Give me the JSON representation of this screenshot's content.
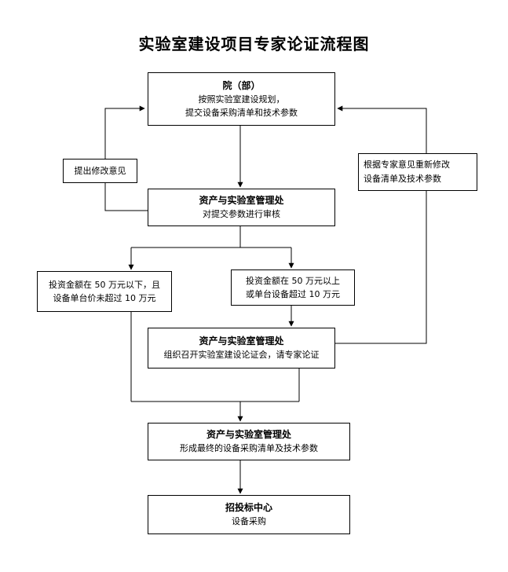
{
  "title": "实验室建设项目专家论证流程图",
  "nodes": {
    "dept": {
      "head": "院（部）",
      "lines": [
        "按照实验室建设规划，",
        "提交设备采购清单和技术参数"
      ]
    },
    "office_review": {
      "head": "资产与实验室管理处",
      "lines": [
        "对提交参数进行审核"
      ]
    },
    "branch_low": {
      "lines": [
        "投资金额在 50 万元以下，且",
        "设备单台价未超过 10 万元"
      ]
    },
    "branch_high": {
      "lines": [
        "投资金额在 50  万元以上",
        "或单台设备超过 10 万元"
      ]
    },
    "office_expert": {
      "head": "资产与实验室管理处",
      "lines": [
        "组织召开实验室建设论证会，请专家论证"
      ]
    },
    "office_final": {
      "head": "资产与实验室管理处",
      "lines": [
        "形成最终的设备采购清单及技术参数"
      ]
    },
    "bidding": {
      "head": "招投标中心",
      "lines": [
        "设备采购"
      ]
    }
  },
  "feedback": {
    "left": {
      "lines": [
        "提出修改意见"
      ]
    },
    "right": {
      "lines": [
        "根据专家意见重新修改",
        "设备清单及技术参数"
      ]
    }
  }
}
